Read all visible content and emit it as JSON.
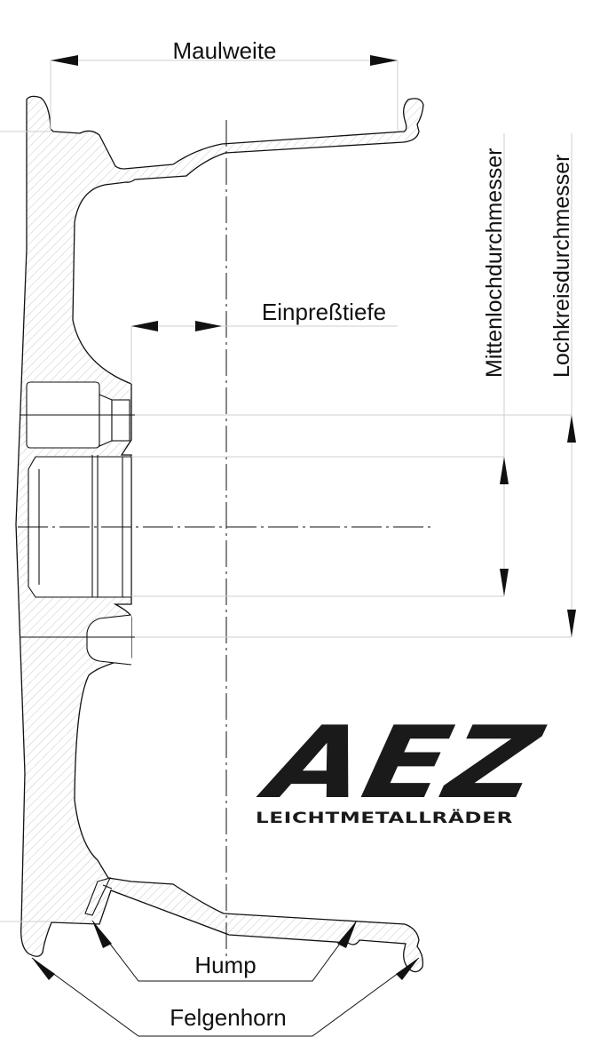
{
  "diagram": {
    "title": "Wheel rim cross-section dimension diagram",
    "labels": {
      "maulweite": "Maulweite",
      "einpresstiefe": "Einpreßtiefe",
      "mittenlochdurchmesser": "Mittenlochdurchmesser",
      "lochkreisdurchmesser": "Lochkreisdurchmesser",
      "hump": "Hump",
      "felgenhorn": "Felgenhorn"
    },
    "logo": {
      "brand": "AEZ",
      "subtitle": "LEICHTMETALLRÄDER"
    },
    "colors": {
      "line": "#111111",
      "dim_line": "#cccccc",
      "hatch": "#bbbbbb",
      "logo": "#1a1a1a"
    }
  }
}
